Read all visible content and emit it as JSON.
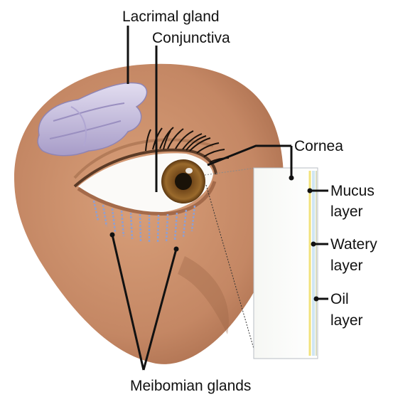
{
  "labels": {
    "lacrimal_gland": "Lacrimal gland",
    "conjunctiva": "Conjunctiva",
    "cornea": "Cornea",
    "mucus_layer": [
      "Mucus",
      "layer"
    ],
    "watery_layer": [
      "Watery",
      "layer"
    ],
    "oil_layer": [
      "Oil",
      "layer"
    ],
    "meibomian_glands": "Meibomian glands"
  },
  "colors": {
    "skin": "#c98e6a",
    "skin_shadow": "#a86c4c",
    "gland": "#c5bcdc",
    "iris": "#8a5a24",
    "pupil": "#1a1208",
    "meibomian": "#8f9fd0",
    "mucus": "#f2e27a",
    "watery": "#cfe6f2",
    "leader": "#111111"
  }
}
